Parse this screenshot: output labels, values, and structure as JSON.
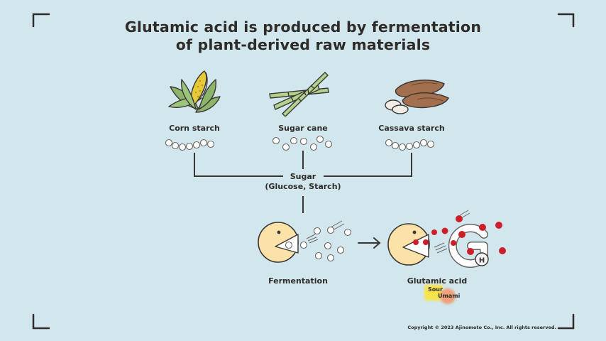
{
  "title_line1": "Glutamic acid is produced by fermentation",
  "title_line2": "of plant-derived raw materials",
  "sources": [
    "Corn starch",
    "Sugar cane",
    "Cassava starch"
  ],
  "sugar_line1": "Sugar",
  "sugar_line2": "(Glucose, Starch)",
  "fermentation_label": "Fermentation",
  "product_label": "Glutamic acid",
  "taste_sour": "Sour",
  "taste_umami": "Umami",
  "glutamate_letter": "H",
  "copyright": "Copyright © 2023 Ajinomoto Co., Inc. All rights reserved.",
  "colors": {
    "background": "#d2e7ed",
    "line": "#3a3633",
    "microbe": "#fbe2a9",
    "glutamate_dot": "#cc1f2a",
    "sour_highlight": "#f7e44a",
    "umami_highlight": "#f0a07a"
  },
  "icons": [
    "corn-icon",
    "sugar-cane-icon",
    "cassava-icon",
    "microbe-icon",
    "glutamate-molecule-icon",
    "arrow-right-icon"
  ]
}
